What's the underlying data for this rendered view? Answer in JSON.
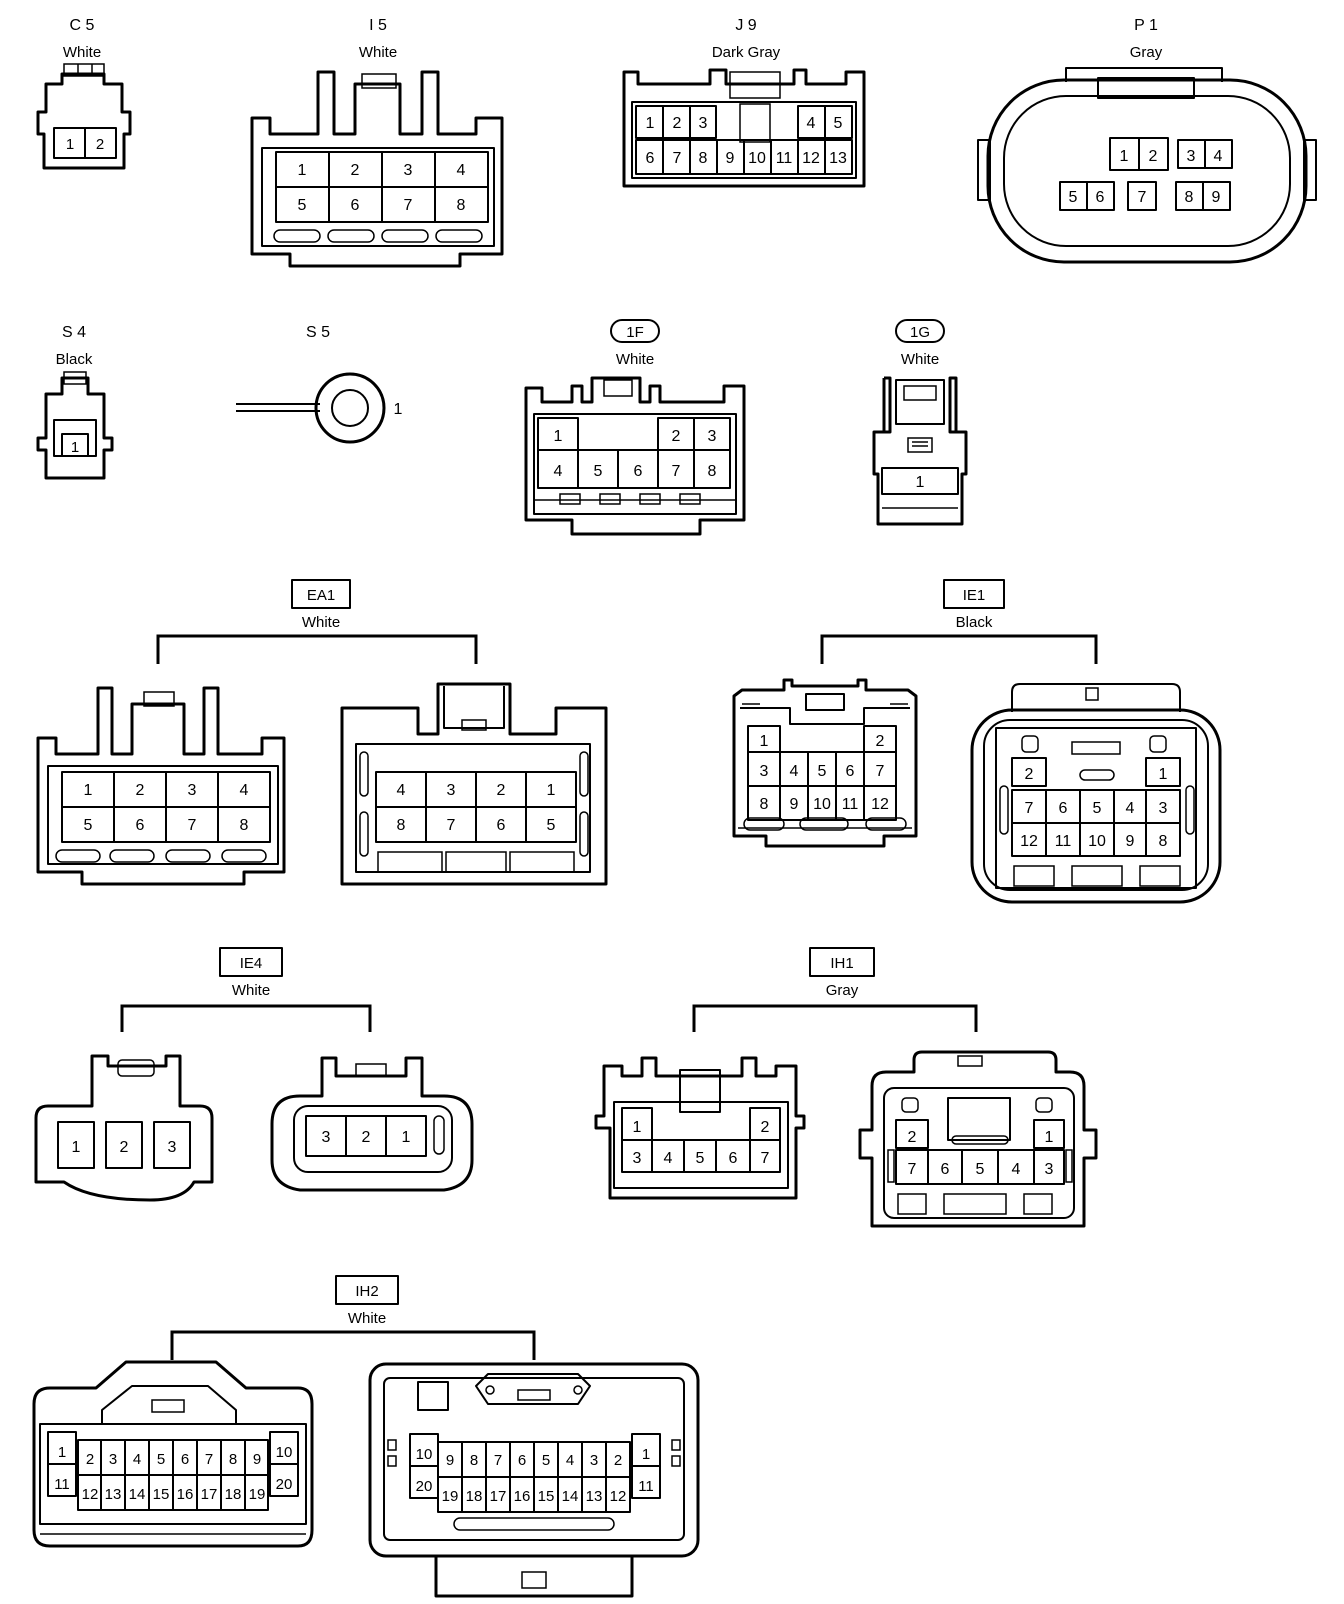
{
  "connectors": [
    {
      "id": "c5",
      "code": "C 5",
      "color": "White",
      "pins": [
        "1",
        "2"
      ]
    },
    {
      "id": "i5",
      "code": "I 5",
      "color": "White",
      "pins": [
        "1",
        "2",
        "3",
        "4",
        "5",
        "6",
        "7",
        "8"
      ]
    },
    {
      "id": "j9",
      "code": "J 9",
      "color": "Dark Gray",
      "pins": [
        "1",
        "2",
        "3",
        "4",
        "5",
        "6",
        "7",
        "8",
        "9",
        "10",
        "11",
        "12",
        "13"
      ]
    },
    {
      "id": "p1",
      "code": "P 1",
      "color": "Gray",
      "pins": [
        "1",
        "2",
        "3",
        "4",
        "5",
        "6",
        "7",
        "8",
        "9"
      ]
    },
    {
      "id": "s4",
      "code": "S 4",
      "color": "Black",
      "pins": [
        "1"
      ]
    },
    {
      "id": "s5",
      "code": "S 5",
      "color": "",
      "pins": [
        "1"
      ]
    },
    {
      "id": "1f",
      "code": "1F",
      "color": "White",
      "pins": [
        "1",
        "2",
        "3",
        "4",
        "5",
        "6",
        "7",
        "8"
      ]
    },
    {
      "id": "1g",
      "code": "1G",
      "color": "White",
      "pins": [
        "1"
      ]
    },
    {
      "id": "ea1",
      "code": "EA1",
      "color": "White",
      "pins": [
        "1",
        "2",
        "3",
        "4",
        "5",
        "6",
        "7",
        "8"
      ]
    },
    {
      "id": "ie1",
      "code": "IE1",
      "color": "Black",
      "pins": [
        "1",
        "2",
        "3",
        "4",
        "5",
        "6",
        "7",
        "8",
        "9",
        "10",
        "11",
        "12"
      ]
    },
    {
      "id": "ie4",
      "code": "IE4",
      "color": "White",
      "pins": [
        "1",
        "2",
        "3"
      ]
    },
    {
      "id": "ih1",
      "code": "IH1",
      "color": "Gray",
      "pins": [
        "1",
        "2",
        "3",
        "4",
        "5",
        "6",
        "7"
      ]
    },
    {
      "id": "ih2",
      "code": "IH2",
      "color": "White",
      "pins": [
        "1",
        "2",
        "3",
        "4",
        "5",
        "6",
        "7",
        "8",
        "9",
        "10",
        "11",
        "12",
        "13",
        "14",
        "15",
        "16",
        "17",
        "18",
        "19",
        "20"
      ]
    }
  ]
}
